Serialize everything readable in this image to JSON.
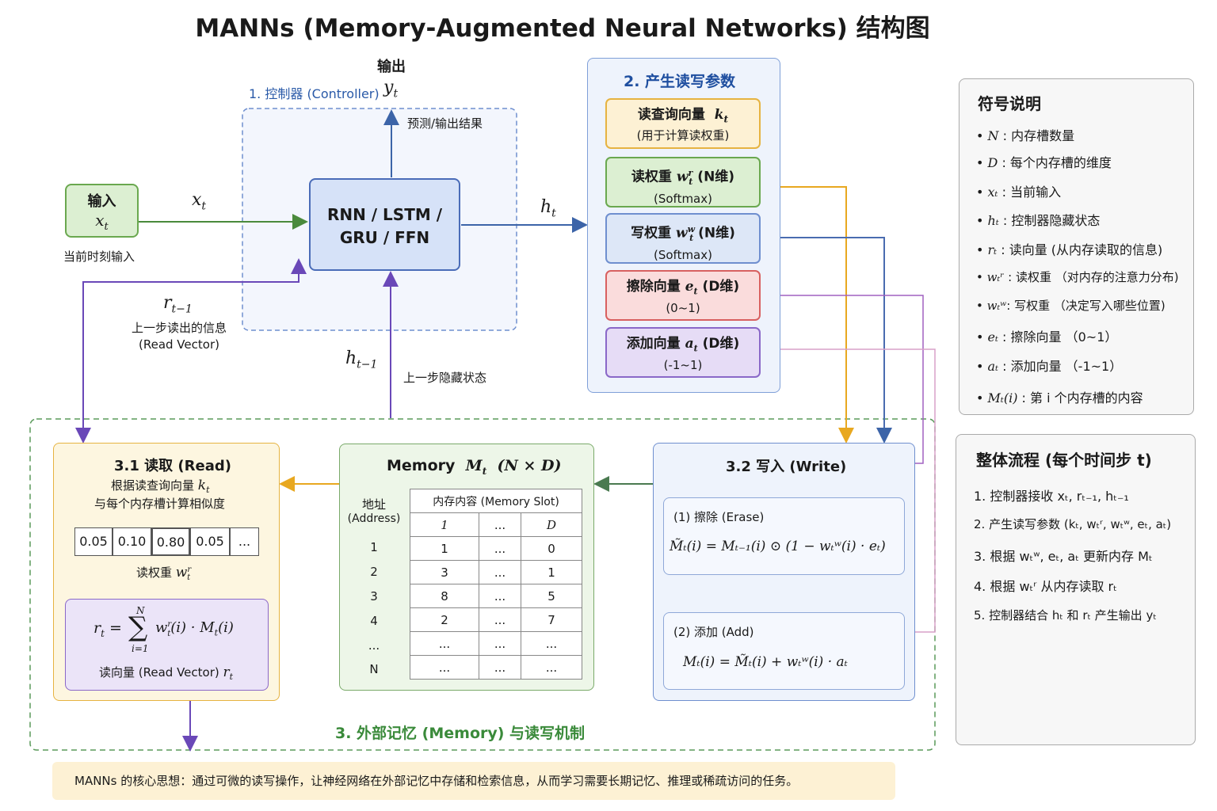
{
  "title": "MANNs (Memory-Augmented Neural Networks) 结构图",
  "controller": {
    "section_label": "1. 控制器 (Controller)",
    "core_line1": "RNN / LSTM /",
    "core_line2": "GRU / FFN",
    "output_title": "输出",
    "output_symbol": "y",
    "output_sub": "t",
    "output_desc": "预测/输出结果"
  },
  "input": {
    "title": "输入",
    "symbol": "x",
    "sub": "t",
    "desc": "当前时刻输入",
    "arrow_symbol": "x",
    "arrow_sub": "t"
  },
  "hidden": {
    "symbol": "h",
    "sub": "t",
    "prev_symbol": "h",
    "prev_sub": "t−1",
    "prev_desc": "上一步隐藏状态"
  },
  "prev_read": {
    "symbol": "r",
    "sub": "t−1",
    "desc1": "上一步读出的信息",
    "desc2": "(Read Vector)"
  },
  "params": {
    "title": "2. 产生读写参数",
    "read_key": {
      "label": "读查询向量",
      "symbol": "k",
      "sub": "t",
      "desc": "(用于计算读权重)"
    },
    "read_weight": {
      "label": "读权重",
      "symbol": "w",
      "sup": "r",
      "sub": "t",
      "dim": "(N维)",
      "desc": "(Softmax)"
    },
    "write_weight": {
      "label": "写权重",
      "symbol": "w",
      "sup": "w",
      "sub": "t",
      "dim": "(N维)",
      "desc": "(Softmax)"
    },
    "erase": {
      "label": "擦除向量",
      "symbol": "e",
      "sub": "t",
      "dim": "(D维)",
      "desc": "(0~1)"
    },
    "add": {
      "label": "添加向量",
      "symbol": "a",
      "sub": "t",
      "dim": "(D维)",
      "desc": "(-1~1)"
    }
  },
  "memory_section": {
    "label": "3. 外部记忆 (Memory) 与读写机制"
  },
  "read": {
    "title": "3.1 读取 (Read)",
    "desc1": "根据读查询向量",
    "desc1_symbol": "k",
    "desc1_sub": "t",
    "desc2": "与每个内存槽计算相似度",
    "weights": [
      "0.05",
      "0.10",
      "0.80",
      "0.05",
      "..."
    ],
    "weight_label": "读权重",
    "weight_symbol": "w",
    "weight_sup": "r",
    "weight_sub": "t",
    "formula_lhs": "r",
    "formula_lhs_sub": "t",
    "formula_eq": "=",
    "sum_top": "N",
    "sum_bottom": "i=1",
    "formula_rhs": "w",
    "formula_rhs_sup": "r",
    "formula_rhs_sub": "t",
    "formula_rhs_rest": "(i) · M",
    "formula_rhs_rest_sub": "t",
    "formula_rhs_tail": "(i)",
    "vector_label": "读向量 (Read Vector)",
    "vector_symbol": "r",
    "vector_sub": "t"
  },
  "memory": {
    "title": "Memory",
    "symbol": "M",
    "sub": "t",
    "dims": "(N × D)",
    "address_header1": "地址",
    "address_header2": "(Address)",
    "content_header": "内存内容 (Memory Slot)",
    "col_headers": [
      "1",
      "...",
      "D"
    ],
    "addresses": [
      "1",
      "2",
      "3",
      "4",
      "...",
      "N"
    ],
    "rows": [
      [
        "1",
        "...",
        "0"
      ],
      [
        "3",
        "...",
        "1"
      ],
      [
        "8",
        "...",
        "5"
      ],
      [
        "2",
        "...",
        "7"
      ],
      [
        "...",
        "...",
        "..."
      ],
      [
        "...",
        "...",
        "..."
      ]
    ]
  },
  "write": {
    "title": "3.2 写入 (Write)",
    "erase_title": "(1) 擦除 (Erase)",
    "erase_formula": "M̃ₜ(i) = Mₜ₋₁(i) ⊙ (1 − wₜʷ(i) · eₜ)",
    "add_title": "(2) 添加 (Add)",
    "add_formula": "Mₜ(i) = M̃ₜ(i) + wₜʷ(i) · aₜ"
  },
  "legend": {
    "title": "符号说明",
    "items": [
      {
        "sym": "N",
        "text": " : 内存槽数量"
      },
      {
        "sym": "D",
        "text": " : 每个内存槽的维度"
      },
      {
        "sym": "xₜ",
        "text": " : 当前输入"
      },
      {
        "sym": "hₜ",
        "text": " : 控制器隐藏状态"
      },
      {
        "sym": "rₜ",
        "text": " : 读向量 (从内存读取的信息)"
      },
      {
        "sym": "wₜʳ",
        "text": " : 读权重 （对内存的注意力分布)"
      },
      {
        "sym": "wₜʷ",
        "text": ": 写权重 （决定写入哪些位置)"
      },
      {
        "sym": "eₜ",
        "text": " : 擦除向量 （0~1）"
      },
      {
        "sym": "aₜ",
        "text": " : 添加向量 （-1~1）"
      },
      {
        "sym": "Mₜ(i)",
        "text": " : 第 i 个内存槽的内容"
      }
    ]
  },
  "flow": {
    "title": "整体流程 (每个时间步 t)",
    "items": [
      "1.  控制器接收 xₜ, rₜ₋₁, hₜ₋₁",
      "2.  产生读写参数 (kₜ, wₜʳ, wₜʷ, eₜ, aₜ)",
      "3.  根据 wₜʷ, eₜ, aₜ 更新内存 Mₜ",
      "4.  根据 wₜʳ 从内存读取 rₜ",
      "5.  控制器结合 hₜ 和 rₜ 产生输出 yₜ"
    ]
  },
  "footer": "MANNs 的核心思想：通过可微的读写操作，让神经网络在外部记忆中存储和检索信息，从而学习需要长期记忆、推理或稀疏访问的任务。"
}
